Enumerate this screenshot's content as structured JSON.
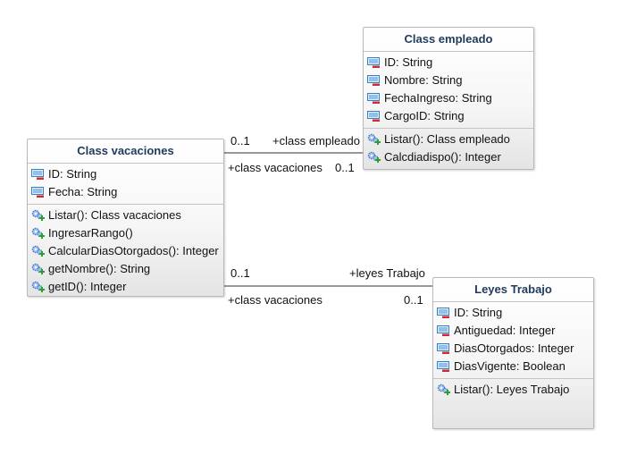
{
  "classes": {
    "empleado": {
      "name": "Class empleado",
      "attributes": [
        "ID: String",
        "Nombre: String",
        "FechaIngreso: String",
        "CargoID: String"
      ],
      "operations": [
        "Listar(): Class empleado",
        "Calcdiadispo(): Integer"
      ]
    },
    "vacaciones": {
      "name": "Class vacaciones",
      "attributes": [
        "ID: String",
        "Fecha: String"
      ],
      "operations": [
        "Listar(): Class vacaciones",
        "IngresarRango()",
        "CalcularDiasOtorgados(): Integer",
        "getNombre(): String",
        "getID(): Integer"
      ]
    },
    "leyes": {
      "name": "Leyes Trabajo",
      "attributes": [
        "ID: String",
        "Antiguedad: Integer",
        "DiasOtorgados: Integer",
        "DiasVigente: Boolean"
      ],
      "operations": [
        "Listar(): Leyes Trabajo"
      ]
    }
  },
  "associations": {
    "vac_emp": {
      "mult_vac": "0..1",
      "role_emp": "+class empleado",
      "role_vac": "+class vacaciones",
      "mult_emp": "0..1"
    },
    "vac_leyes": {
      "mult_vac": "0..1",
      "role_leyes": "+leyes Trabajo",
      "role_vac": "+class vacaciones",
      "mult_leyes": "0..1"
    }
  },
  "icons": {
    "attribute": "private-attribute-icon",
    "operation": "public-operation-icon"
  },
  "colors": {
    "title": "#1f3b5c",
    "attribute_icon": "#3a7fc1",
    "private_marker": "#d22b2b",
    "operation_icon": "#3a72c4",
    "public_marker": "#2e9e2e"
  }
}
